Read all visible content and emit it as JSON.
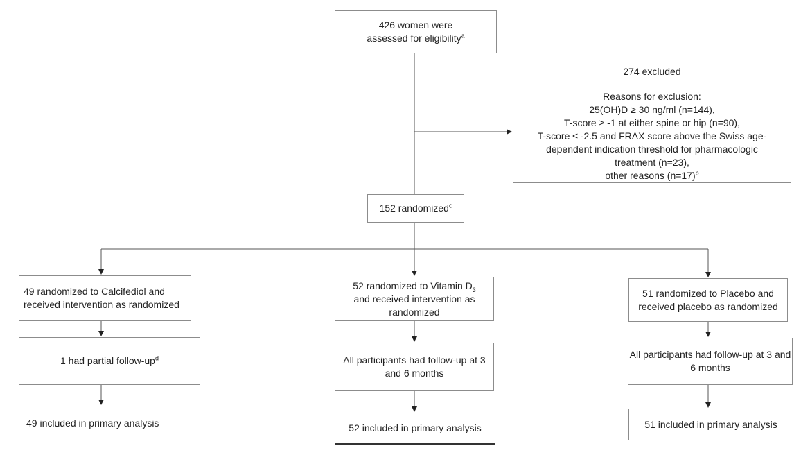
{
  "assessed": {
    "text": "426 women were",
    "text2": "assessed for eligibility",
    "sup": "a"
  },
  "excluded": {
    "title": "274 excluded",
    "reasons_heading": "Reasons for exclusion:",
    "reason_1": "25(OH)D ≥ 30 ng/ml  (n=144),",
    "reason_2": "T-score ≥ -1 at either spine or hip (n=90),",
    "reason_3a": "T-score ≤ -2.5 and FRAX score above the Swiss age-",
    "reason_3b": "dependent indication threshold for pharmacologic",
    "reason_3c": "treatment (n=23),",
    "reason_4": "other reasons (n=17)",
    "reason_4_sup": "b"
  },
  "randomized": {
    "text": "152 randomized",
    "sup": "c"
  },
  "arm_calcifediol": {
    "allocation": "49 randomized to Calcifediol and received intervention as randomized",
    "followup": "1 had partial follow-up",
    "followup_sup": "d",
    "analysis": "49 included in primary analysis"
  },
  "arm_vitd3": {
    "allocation_a": "52 randomized  to Vitamin D",
    "allocation_sub": "3",
    "allocation_b": "and received intervention as randomized",
    "followup": "All participants had follow-up at 3 and 6 months",
    "analysis": "52 included in primary analysis"
  },
  "arm_placebo": {
    "allocation": "51 randomized  to Placebo and received placebo as randomized",
    "followup": "All participants had follow-up at 3 and 6 months",
    "analysis": "51 included in primary analysis"
  }
}
